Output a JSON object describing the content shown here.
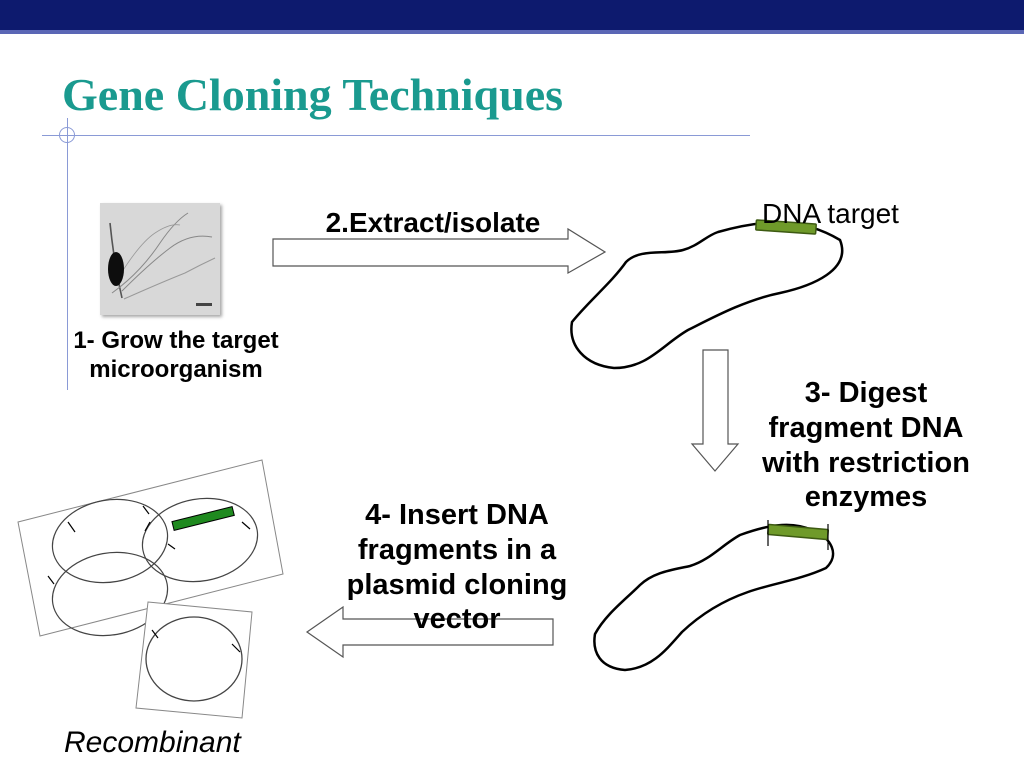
{
  "slide": {
    "title": "Gene Cloning Techniques"
  },
  "steps": {
    "step1": "1- Grow the target microorganism",
    "step2": "2.Extract/isolate DNA",
    "step3": "3- Digest fragment DNA with restriction enzymes",
    "step4": "4- Insert DNA fragments in a plasmid cloning vector"
  },
  "labels": {
    "dna_target": "DNA target",
    "recombinant": "Recombinant"
  },
  "colors": {
    "title": "#1a9a8f",
    "header_bar": "#0d1a6e",
    "dna_insert": "#6f9a2a",
    "plasmid_insert": "#1f8a1f"
  }
}
